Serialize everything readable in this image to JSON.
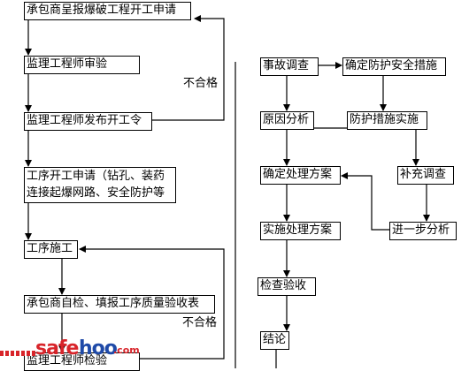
{
  "left_flow": {
    "step1": "承包商呈报爆破工程开工申请",
    "step2": "监理工程师审验",
    "step3": "监理工程师发布开工令",
    "step4_line1": "工序开工申请（钻孔、装药",
    "step4_line2": "连接起爆网路、安全防护等",
    "step5": "工序施工",
    "step6": "承包商自检、填报工序质量验收表",
    "step7": "监理工程师检验",
    "reject1": "不合格",
    "reject2": "不合格"
  },
  "right_flow": {
    "accident": "事故调查",
    "prevent": "确定防护安全措施",
    "cause": "原因分析",
    "implement_prevent": "防护措施实施",
    "plan": "确定处理方案",
    "supplement": "补充调查",
    "execute": "实施处理方案",
    "further": "进一步分析",
    "inspect": "检查验收",
    "conclusion": "结论"
  },
  "watermark": {
    "part1": "safe",
    "part2": "hoo",
    "suffix": ".com"
  }
}
